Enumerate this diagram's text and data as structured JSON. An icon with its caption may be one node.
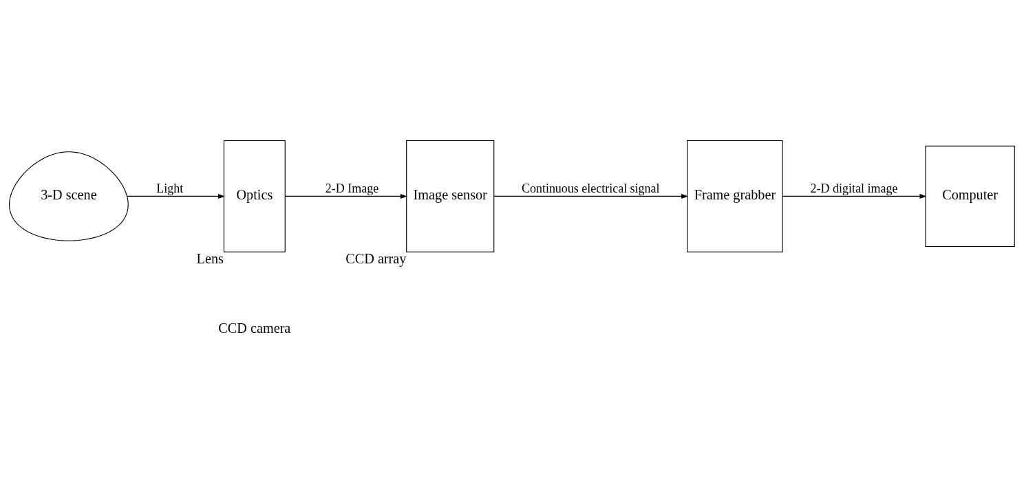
{
  "diagram": {
    "nodes": [
      {
        "text": [
          "3-D scene"
        ]
      },
      {
        "text": [
          "Optics"
        ],
        "beside": [
          "Lens"
        ]
      },
      {
        "text": [
          "Image sensor"
        ],
        "beside": [
          "CCD array"
        ]
      },
      {
        "text": [
          "Frame grabber"
        ]
      },
      {
        "text": [
          "Computer"
        ]
      }
    ],
    "edges": [
      {
        "from": 0,
        "to": 1,
        "arrow": "to",
        "label": "Light"
      },
      {
        "from": 1,
        "to": 2,
        "arrow": "to",
        "label": "2-D Image"
      },
      {
        "from": 2,
        "to": 3,
        "arrow": "to",
        "label": "Continuous electrical signal"
      },
      {
        "from": 3,
        "to": 4,
        "arrow": "to",
        "label": "2-D digital image"
      }
    ],
    "labels": [
      "CCD camera"
    ]
  }
}
